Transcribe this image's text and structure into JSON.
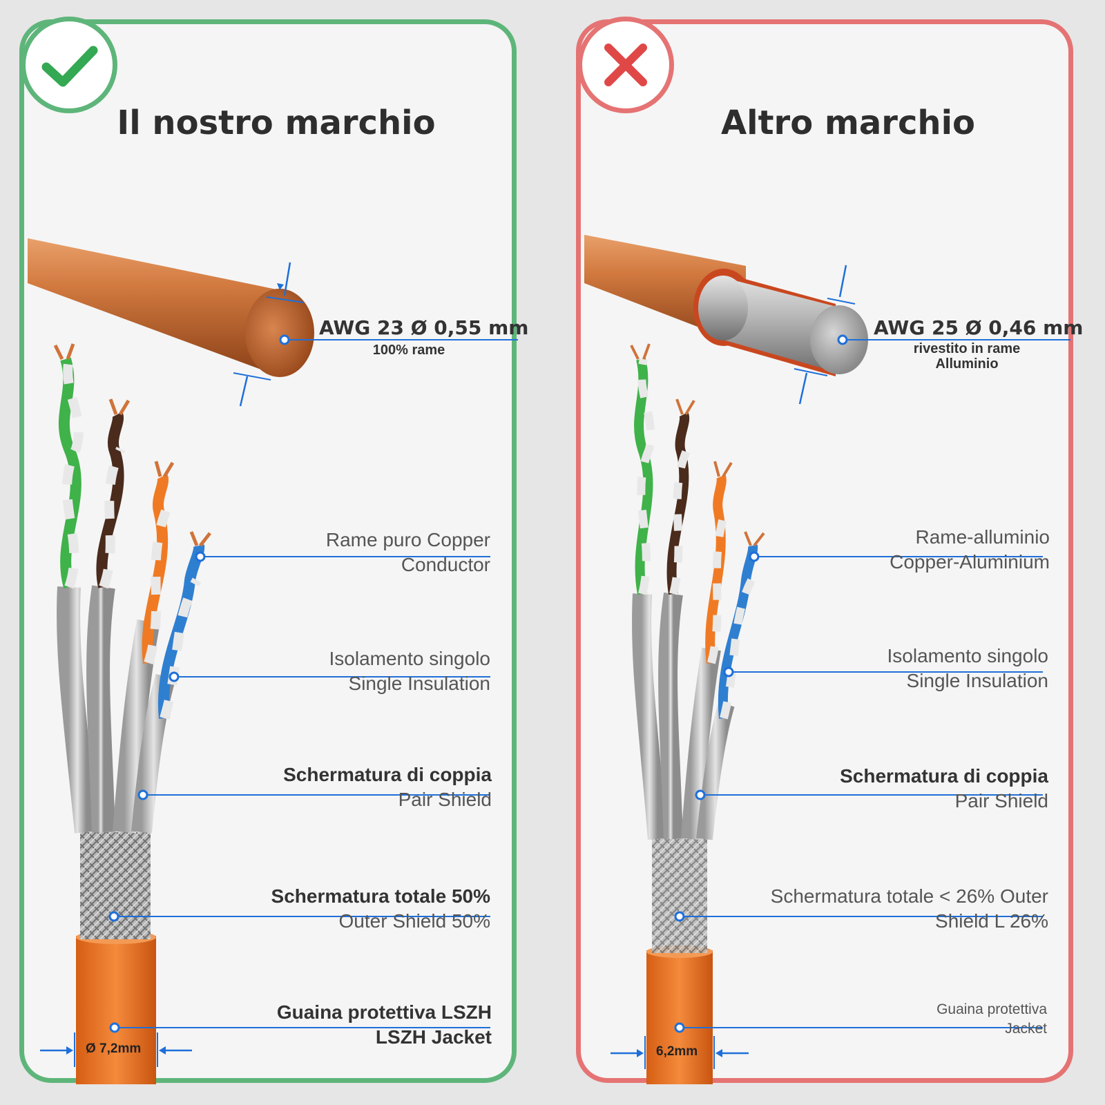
{
  "left": {
    "title": "Il nostro marchio",
    "status": "check-icon",
    "accent": "#5eb57a",
    "awg_label": "AWG 23 Ø 0,55 mm",
    "awg_sub": "100% rame",
    "conductor_line1": "Rame puro Copper",
    "conductor_line2": "Conductor",
    "insulation_line1": "Isolamento singolo",
    "insulation_line2": "Single Insulation",
    "pair_shield_line1": "Schermatura di coppia",
    "pair_shield_line2": "Pair Shield",
    "outer_shield_line1": "Schermatura totale 50%",
    "outer_shield_line2": "Outer Shield 50%",
    "jacket_line1": "Guaina protettiva LSZH",
    "jacket_line2": "LSZH Jacket",
    "diameter": "Ø 7,2mm"
  },
  "right": {
    "title": "Altro marchio",
    "status": "cross-icon",
    "accent": "#e57373",
    "awg_label": "AWG 25 Ø 0,46 mm",
    "awg_sub_line1": "rivestito in rame",
    "awg_sub_line2": "Alluminio",
    "conductor_line1": "Rame-alluminio",
    "conductor_line2": "Copper-Aluminium",
    "insulation_line1": "Isolamento singolo",
    "insulation_line2": "Single Insulation",
    "pair_shield_line1": "Schermatura di coppia",
    "pair_shield_line2": "Pair Shield",
    "outer_shield_line1": "Schermatura totale < 26% Outer",
    "outer_shield_line2": "Shield L 26%",
    "jacket_line1": "Guaina protettiva",
    "jacket_line2": "Jacket",
    "diameter": "6,2mm"
  },
  "colors": {
    "leader_line": "#1e6fd9",
    "copper": "#c8703a",
    "aluminium": "#b0b0b0",
    "jacket": "#ee7a2c"
  }
}
